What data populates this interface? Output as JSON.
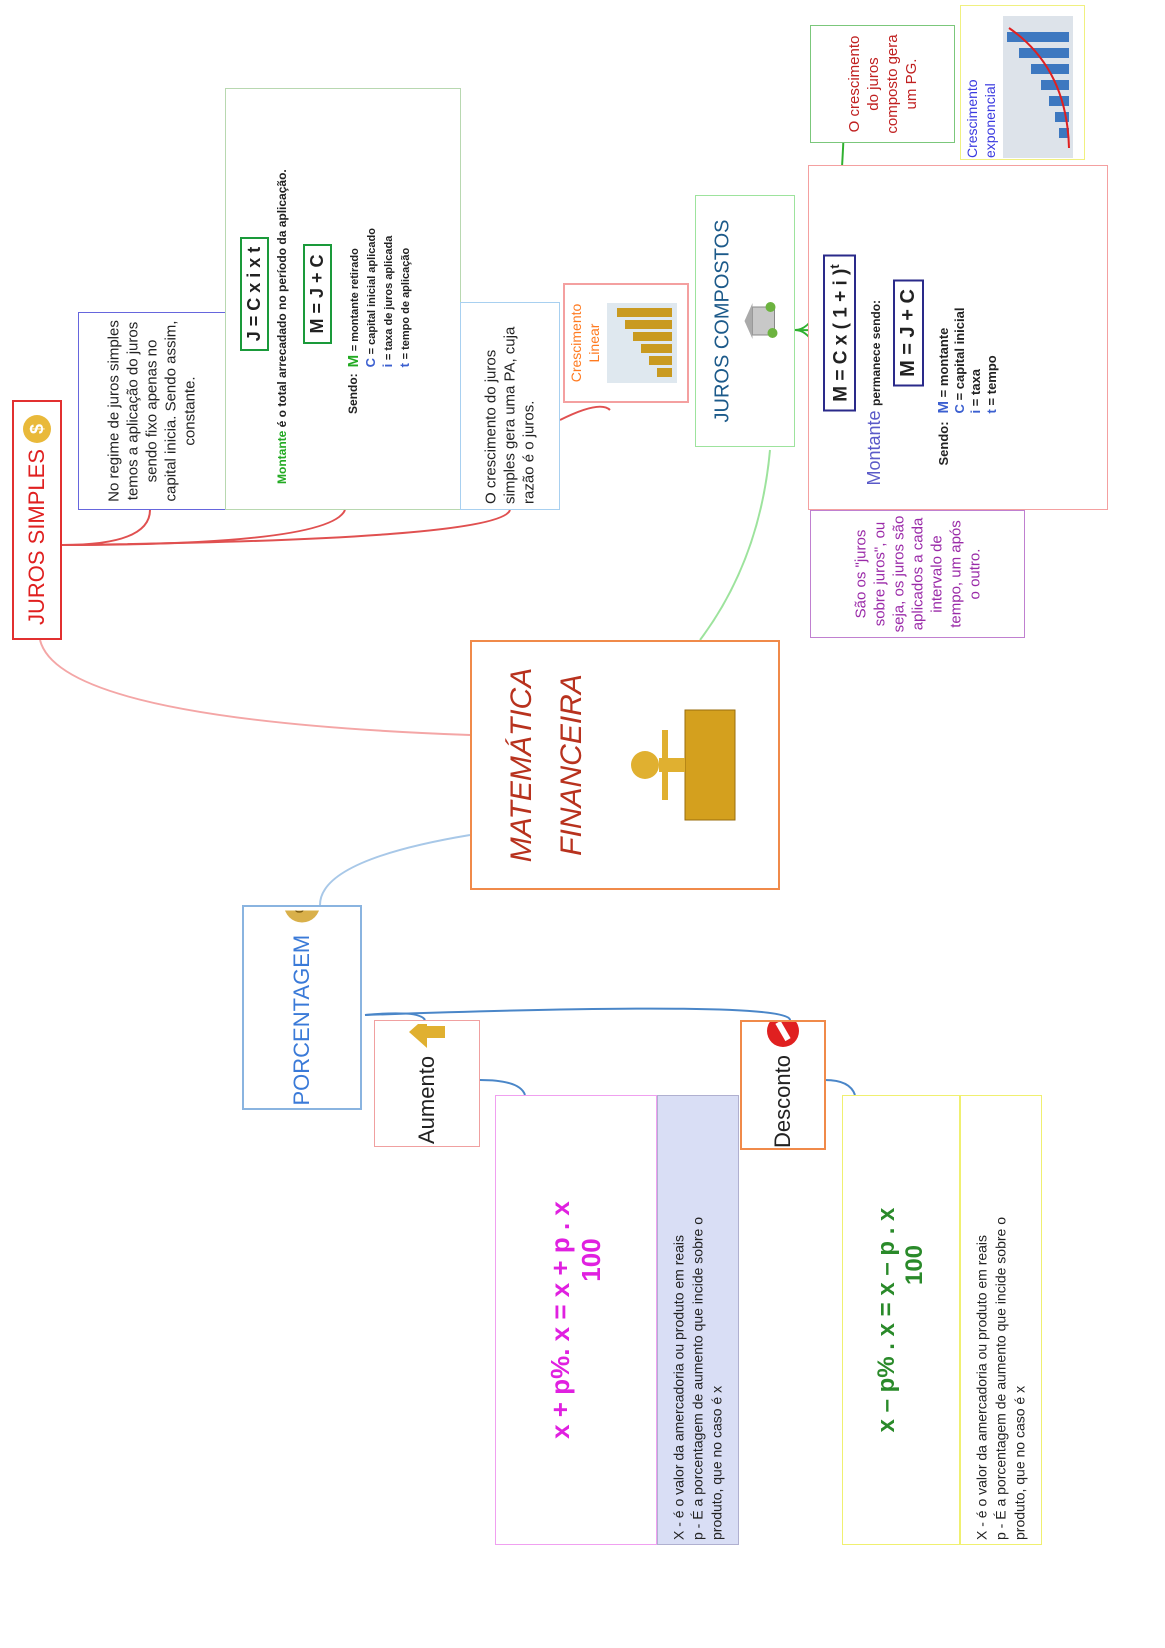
{
  "center": {
    "line1": "MATEMÁTICA",
    "line2": "FINANCEIRA"
  },
  "juros_simples": {
    "title": "JUROS SIMPLES",
    "intro": "No regime de juros simples temos a aplicação do juros sendo fixo apenas no capital inicia. Sendo assim, constante.",
    "formula_j": "J = C x i x t",
    "montante_text": "é o total arrecadado no período da aplicação.",
    "montante_label": "Montante",
    "formula_m": "M = J + C",
    "sendo": "Sendo:",
    "legend": [
      {
        "sym": "M",
        "text": "= montante retirado"
      },
      {
        "sym": "C",
        "text": "= capital inicial aplicado"
      },
      {
        "sym": "i",
        "text": "= taxa de juros aplicada"
      },
      {
        "sym": "t",
        "text": "= tempo de aplicação"
      }
    ],
    "pa_text": "O crescimento do juros simples gera uma PA, cuja razão é o juros.",
    "linear_label": "Crescimento Linear"
  },
  "juros_compostos": {
    "title": "JUROS COMPOSTOS",
    "pg_text": "O crescimento do juros composto gera um PG.",
    "exp_label": "Crescimento exponencial",
    "formula_m": "M = C x ( 1 + i )",
    "formula_exp": "t",
    "montante_label": "Montante",
    "montante_text": "permanece sendo:",
    "formula_mj": "M = J + C",
    "sendo": "Sendo:",
    "legend": [
      {
        "sym": "M",
        "text": "= montante"
      },
      {
        "sym": "C",
        "text": "= capital inicial"
      },
      {
        "sym": "i",
        "text": "= taxa"
      },
      {
        "sym": "t",
        "text": "= tempo"
      }
    ],
    "def_text": "São os \"juros sobre juros\", ou seja, os juros são aplicados a cada intervalo de tempo, um após o outro."
  },
  "porcentagem": {
    "title": "PORCENTAGEM",
    "aumento": {
      "label": "Aumento",
      "formula": "x + p%. x = x + p . x",
      "denominator": "100",
      "note1": "X - é o valor da amercadoria ou produto em reais",
      "note2": "p - É a porcentagem de aumento que incide sobre o",
      "note3": "produto, que no caso é x"
    },
    "desconto": {
      "label": "Desconto",
      "formula": "x – p% . x = x – p . x",
      "denominator": "100",
      "note1": "X - é o valor da amercadoria ou produto em reais",
      "note2": "p - É a porcentagem de aumento que incide sobre o",
      "note3": "produto, que no caso é x"
    }
  }
}
